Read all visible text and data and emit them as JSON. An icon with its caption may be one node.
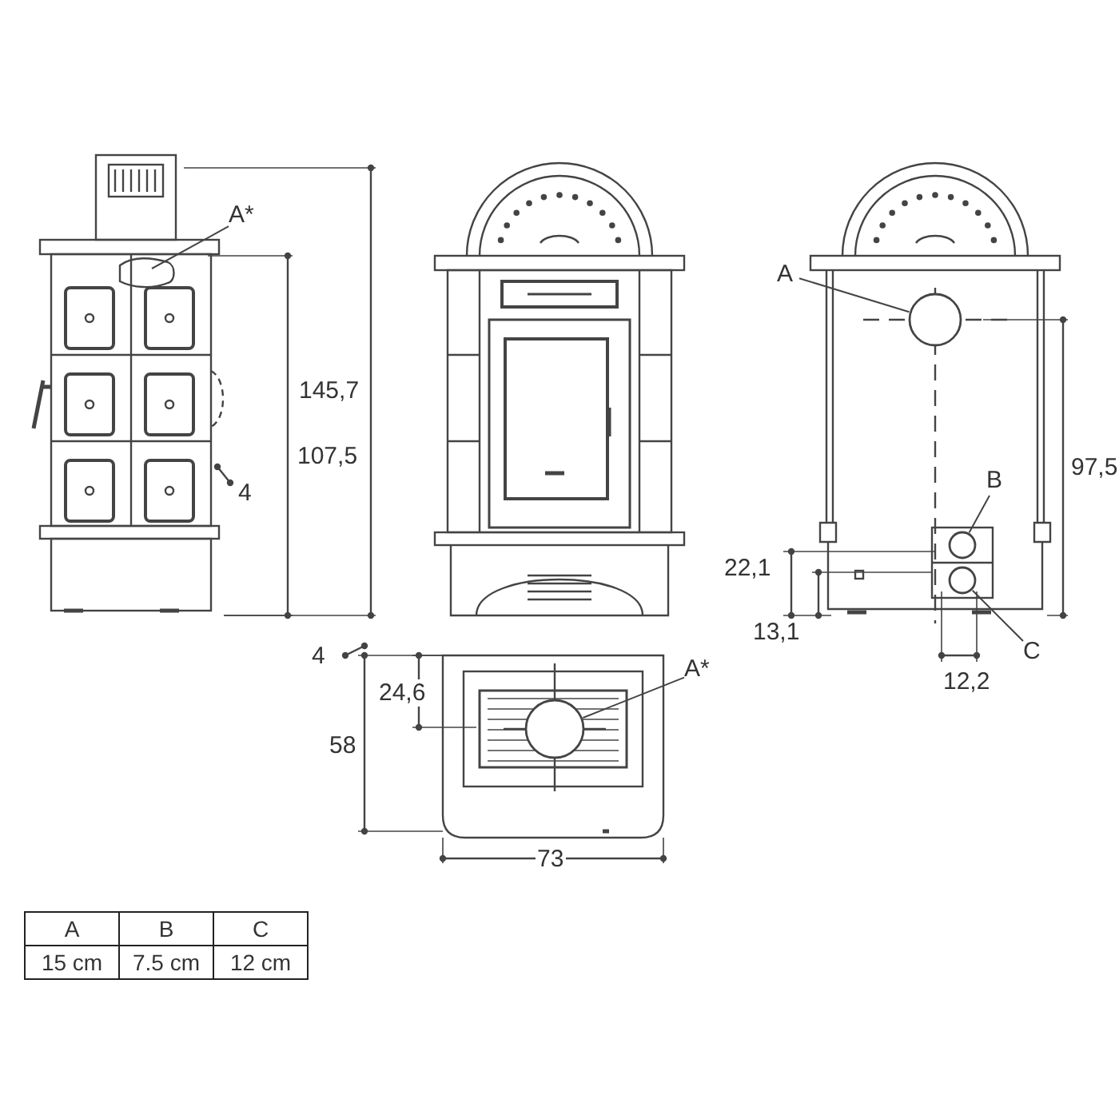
{
  "diagram": {
    "nodes": [
      {
        "text": [
          "A*"
        ]
      },
      {
        "text": [
          "A"
        ]
      },
      {
        "text": [],
        "shape": "circle"
      },
      {
        "text": [
          "B"
        ]
      },
      {
        "text": [],
        "shape": "circle"
      },
      {
        "text": [
          "C"
        ]
      },
      {
        "text": [],
        "shape": "circle"
      },
      {
        "text": [
          "A*"
        ]
      },
      {
        "text": [],
        "shape": "circle"
      }
    ],
    "edges": [
      {
        "from": 0,
        "to": null,
        "arrow": "none"
      },
      {
        "from": 1,
        "to": 2,
        "arrow": "none"
      },
      {
        "from": 3,
        "to": 4,
        "arrow": "none"
      },
      {
        "from": 5,
        "to": 6,
        "arrow": "none"
      },
      {
        "from": 7,
        "to": 8,
        "arrow": "none"
      }
    ],
    "labels": [
      "145,7",
      "107,5",
      "4",
      "97,5",
      "22,1",
      "13,1",
      "12,2",
      "4",
      "24,6",
      "58",
      "73",
      "A",
      "B",
      "C",
      "15 cm",
      "7.5 cm",
      "12 cm"
    ]
  }
}
